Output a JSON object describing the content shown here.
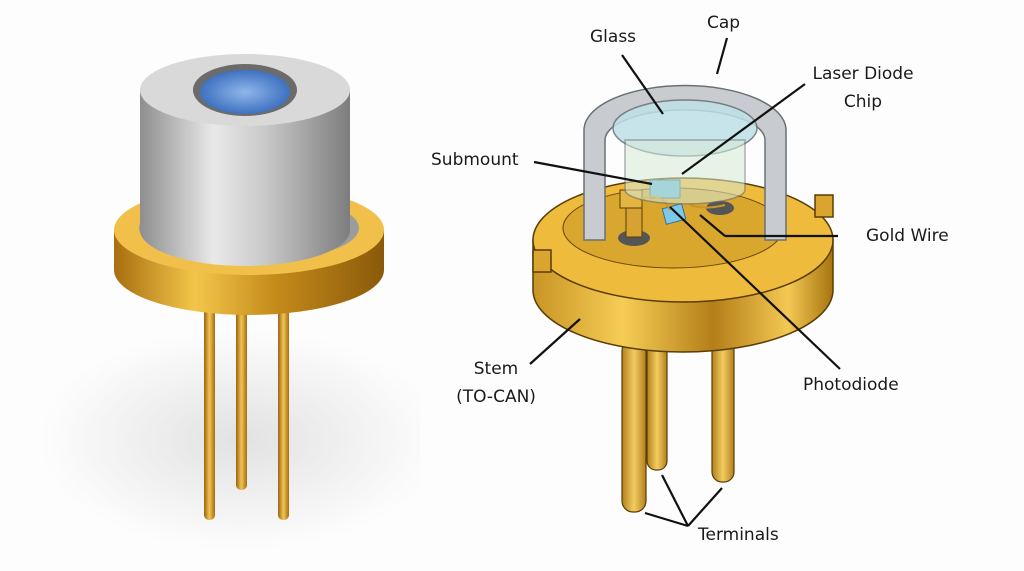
{
  "photo": {
    "subject": "TO-CAN laser diode package photograph",
    "colors": {
      "cap": "#b9b9b9",
      "window": "#3f7fd0",
      "gold": "#d8a22a",
      "shadow": "#e4e4e4"
    }
  },
  "diagram": {
    "subject": "Cutaway illustration of TO-CAN laser diode",
    "labels": {
      "glass": "Glass",
      "cap": "Cap",
      "laser_diode_chip_line1": "Laser Diode",
      "laser_diode_chip_line2": "Chip",
      "submount": "Submount",
      "gold_wire": "Gold Wire",
      "stem_line1": "Stem",
      "stem_line2": "(TO-CAN)",
      "photodiode": "Photodiode",
      "terminals": "Terminals"
    },
    "colors": {
      "gold": "#e6b43a",
      "gold_dark": "#b8841c",
      "cap": "#cfd3d6",
      "glass": "#bfe0e8",
      "chip": "#6ec1e4",
      "leader": "#111111"
    }
  }
}
